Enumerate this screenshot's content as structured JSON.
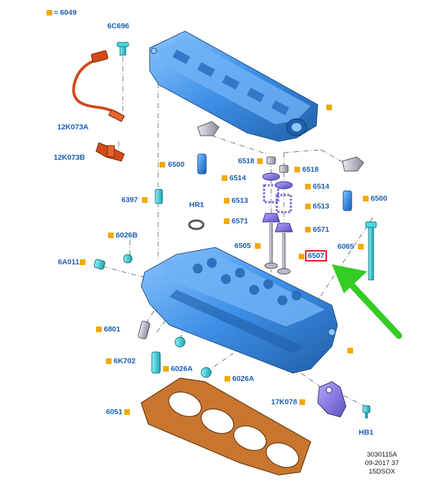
{
  "legend": {
    "text": "= 6049",
    "color": "#f5a800"
  },
  "colors": {
    "part_blue": "#3d8fe6",
    "part_light": "#8cc6ff",
    "part_dark": "#1f5fa8",
    "label_blue": "#1a5fb4",
    "marker": "#f5a800",
    "gasket": "#c8762f",
    "arrow": "#33cc22",
    "callout": "#e01b24",
    "sensor_red": "#d14a1a",
    "fitting_cyan": "#32c8d2",
    "bracket_purple": "#7c6fe0"
  },
  "labels": {
    "6C696": "6C696",
    "12K073A": "12K073A",
    "12K073B": "12K073B",
    "6500_left": "6500",
    "6397": "6397",
    "HR1": "HR1",
    "6026B": "6026B",
    "6A011": "6A011",
    "6801": "6801",
    "6K702": "6K702",
    "6026A_1": "6026A",
    "6026A_2": "6026A",
    "6051": "6051",
    "17K078": "17K078",
    "HB1": "HB1",
    "6518_left": "6518",
    "6518_right": "6518",
    "6514_left": "6514",
    "6514_right": "6514",
    "6513_left": "6513",
    "6513_right": "6513",
    "6571_left": "6571",
    "6571_right": "6571",
    "6505": "6505",
    "6507": "6507",
    "6500_right": "6500",
    "6065": "6065"
  },
  "stamp": {
    "line1": "3030115A",
    "line2": "09-2017 37",
    "line3": "15DSOX"
  }
}
